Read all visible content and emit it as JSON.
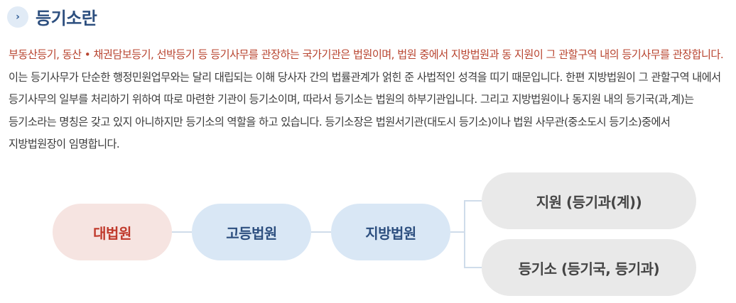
{
  "section": {
    "icon": "chevron-right-icon",
    "icon_glyph": "›",
    "title": "등기소란"
  },
  "intro": {
    "highlight": "부동산등기, 동산 • 채권담보등기, 선박등기 등 등기사무를 관장하는 국가기관은 법원이며, 법원 중에서 지방법원과 동 지원이 그 관할구역 내의 등기사무를 관장합니다.",
    "body": " 이는 등기사무가 단순한 행정민원업무와는 달리 대립되는 이해 당사자 간의 법률관계가 얽힌 준 사법적인 성격을 띠기 때문입니다. 한편 지방법원이 그 관할구역 내에서 등기사무의 일부를 처리하기 위하여 따로 마련한 기관이 등기소이며, 따라서 등기소는 법원의 하부기관입니다. 그리고 지방법원이나 동지원 내의 등기국(과,계)는 등기소라는 명칭은 갖고 있지 아니하지만 등기소의 역할을 하고 있습니다. 등기소장은 법원서기관(대도시 등기소)이나 법원 사무관(중소도시 등기소)중에서 지방법원장이 임명합니다."
  },
  "diagram": {
    "supreme": "대법원",
    "high": "고등법원",
    "district": "지방법원",
    "branch": "지원 (등기과(계))",
    "registry": "등기소 (등기국, 등기과)"
  },
  "colors": {
    "heading": "#2d4f7f",
    "highlight": "#b8442f",
    "supreme_fill": "#f6e4e1",
    "supreme_text": "#c0392b",
    "court_fill": "#d9e7f5",
    "branch_fill": "#e9e9e9"
  }
}
